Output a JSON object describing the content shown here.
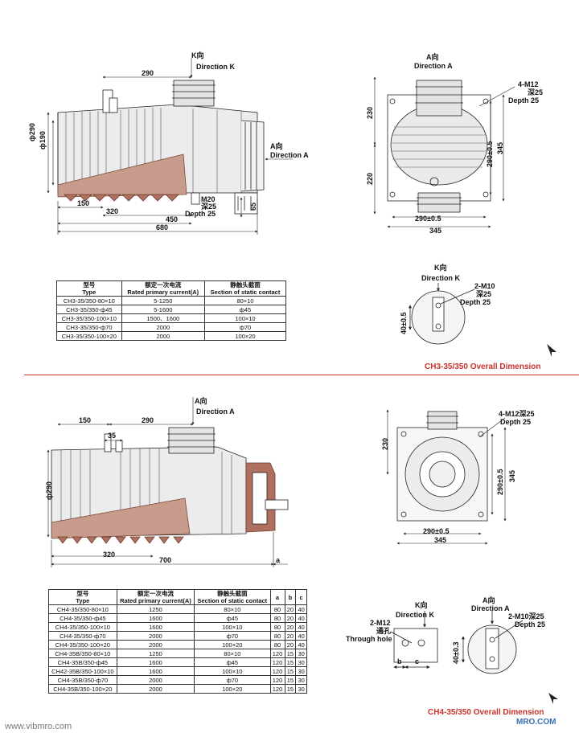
{
  "top": {
    "side_view": {
      "view_label_cn": "K向",
      "view_label_en": "Direction K",
      "dim_290_top": "290",
      "dim_phi290": "ф290",
      "dim_phi190": "ф190",
      "dim_150": "150",
      "dim_320": "320",
      "dim_450": "450",
      "dim_680": "680",
      "dim_65": "65",
      "thread_m20": "M20",
      "thread_m20_cn": "深25",
      "thread_m20_en": "Depth 25",
      "direction_a_cn": "A向",
      "direction_a_en": "Direction A"
    },
    "direction_a_view": {
      "label_cn": "A向",
      "label_en": "Direction A",
      "dim_230": "230",
      "dim_220": "220",
      "dim_290_bottom": "290±0.5",
      "dim_345_bottom": "345",
      "dim_290_right": "290±0.5",
      "dim_345_right": "345",
      "bolt_spec": "4-M12",
      "bolt_depth_cn": "深25",
      "bolt_depth_en": "Depth 25"
    },
    "direction_k_view": {
      "label_cn": "K向",
      "label_en": "Direction K",
      "bolt_spec": "2-M10",
      "bolt_depth_cn": "深25",
      "bolt_depth_en": "Depth 25",
      "dim_40": "40±0.5"
    },
    "table": {
      "headers": [
        {
          "cn": "型号",
          "en": "Type"
        },
        {
          "cn": "额定一次电流",
          "en": "Rated primary current(A)"
        },
        {
          "cn": "静触头截面",
          "en": "Section of static contact"
        }
      ],
      "rows": [
        [
          "CH3-35/350-80×10",
          "5-1250",
          "80×10"
        ],
        [
          "CH3-35/350-ф45",
          "5-1600",
          "ф45"
        ],
        [
          "CH3-35/350-100×10",
          "1500、1600",
          "100×10"
        ],
        [
          "CH3-35/350-ф70",
          "2000",
          "ф70"
        ],
        [
          "CH3-35/350-100×20",
          "2000",
          "100×20"
        ]
      ]
    },
    "caption": "CH3-35/350 Overall Dimension"
  },
  "bottom": {
    "side_view": {
      "view_label_cn": "A向",
      "view_label_en": "Direction A",
      "dim_150": "150",
      "dim_290": "290",
      "dim_35": "35",
      "dim_phi290": "ф290",
      "dim_320": "320",
      "dim_700": "700",
      "dim_a": "a"
    },
    "direction_a_view": {
      "bolt_spec": "4-M12深25",
      "bolt_depth_en": "Depth 25",
      "dim_230": "230",
      "dim_290_right": "290±0.5",
      "dim_345_right": "345",
      "dim_290_bottom": "290±0.5",
      "dim_345_bottom": "345"
    },
    "table": {
      "headers": [
        {
          "cn": "型号",
          "en": "Type"
        },
        {
          "cn": "额定一次电流",
          "en": "Rated primary current(A)"
        },
        {
          "cn": "静触头截面",
          "en": "Section of static contact"
        },
        {
          "cn": "",
          "en": "a"
        },
        {
          "cn": "",
          "en": "b"
        },
        {
          "cn": "",
          "en": "c"
        }
      ],
      "rows": [
        [
          "CH4-35/350-80×10",
          "1250",
          "80×10",
          "80",
          "20",
          "40"
        ],
        [
          "CH4-35/350-ф45",
          "1600",
          "ф45",
          "80",
          "20",
          "40"
        ],
        [
          "CH4-35/350-100×10",
          "1600",
          "100×10",
          "80",
          "20",
          "40"
        ],
        [
          "CH4-35/350-ф70",
          "2000",
          "ф70",
          "80",
          "20",
          "40"
        ],
        [
          "CH4-35/350-100×20",
          "2000",
          "100×20",
          "80",
          "20",
          "40"
        ],
        [
          "CH4-35B/350-80×10",
          "1250",
          "80×10",
          "120",
          "15",
          "30"
        ],
        [
          "CH4-35B/350-ф45",
          "1600",
          "ф45",
          "120",
          "15",
          "30"
        ],
        [
          "CH42-35B/350-100×10",
          "1600",
          "100×10",
          "120",
          "15",
          "30"
        ],
        [
          "CH4-35B/350-ф70",
          "2000",
          "ф70",
          "120",
          "15",
          "30"
        ],
        [
          "CH4-35B/350-100×20",
          "2000",
          "100×20",
          "120",
          "15",
          "30"
        ]
      ]
    },
    "direction_k_view": {
      "label_cn": "K向",
      "label_en": "Direction K",
      "bolt_spec": "2-M12",
      "hole_cn": "通孔",
      "hole_en": "Through hole",
      "dim_b": "b",
      "dim_c": "c"
    },
    "direction_a_small_view": {
      "label_cn": "A向",
      "label_en": "Direction A",
      "bolt_spec": "2-M10深25",
      "bolt_depth_en": "Depth 25",
      "dim_40": "40±0.3"
    },
    "caption": "CH4-35/350 Overall Dimension"
  },
  "watermark": {
    "left": "www.vibmro.com",
    "right": "MRO.COM"
  },
  "colors": {
    "caption_red": "#c8322a",
    "line": "#222222",
    "body_gray": "#d8d8d8",
    "insulator_red": "#b07060"
  }
}
